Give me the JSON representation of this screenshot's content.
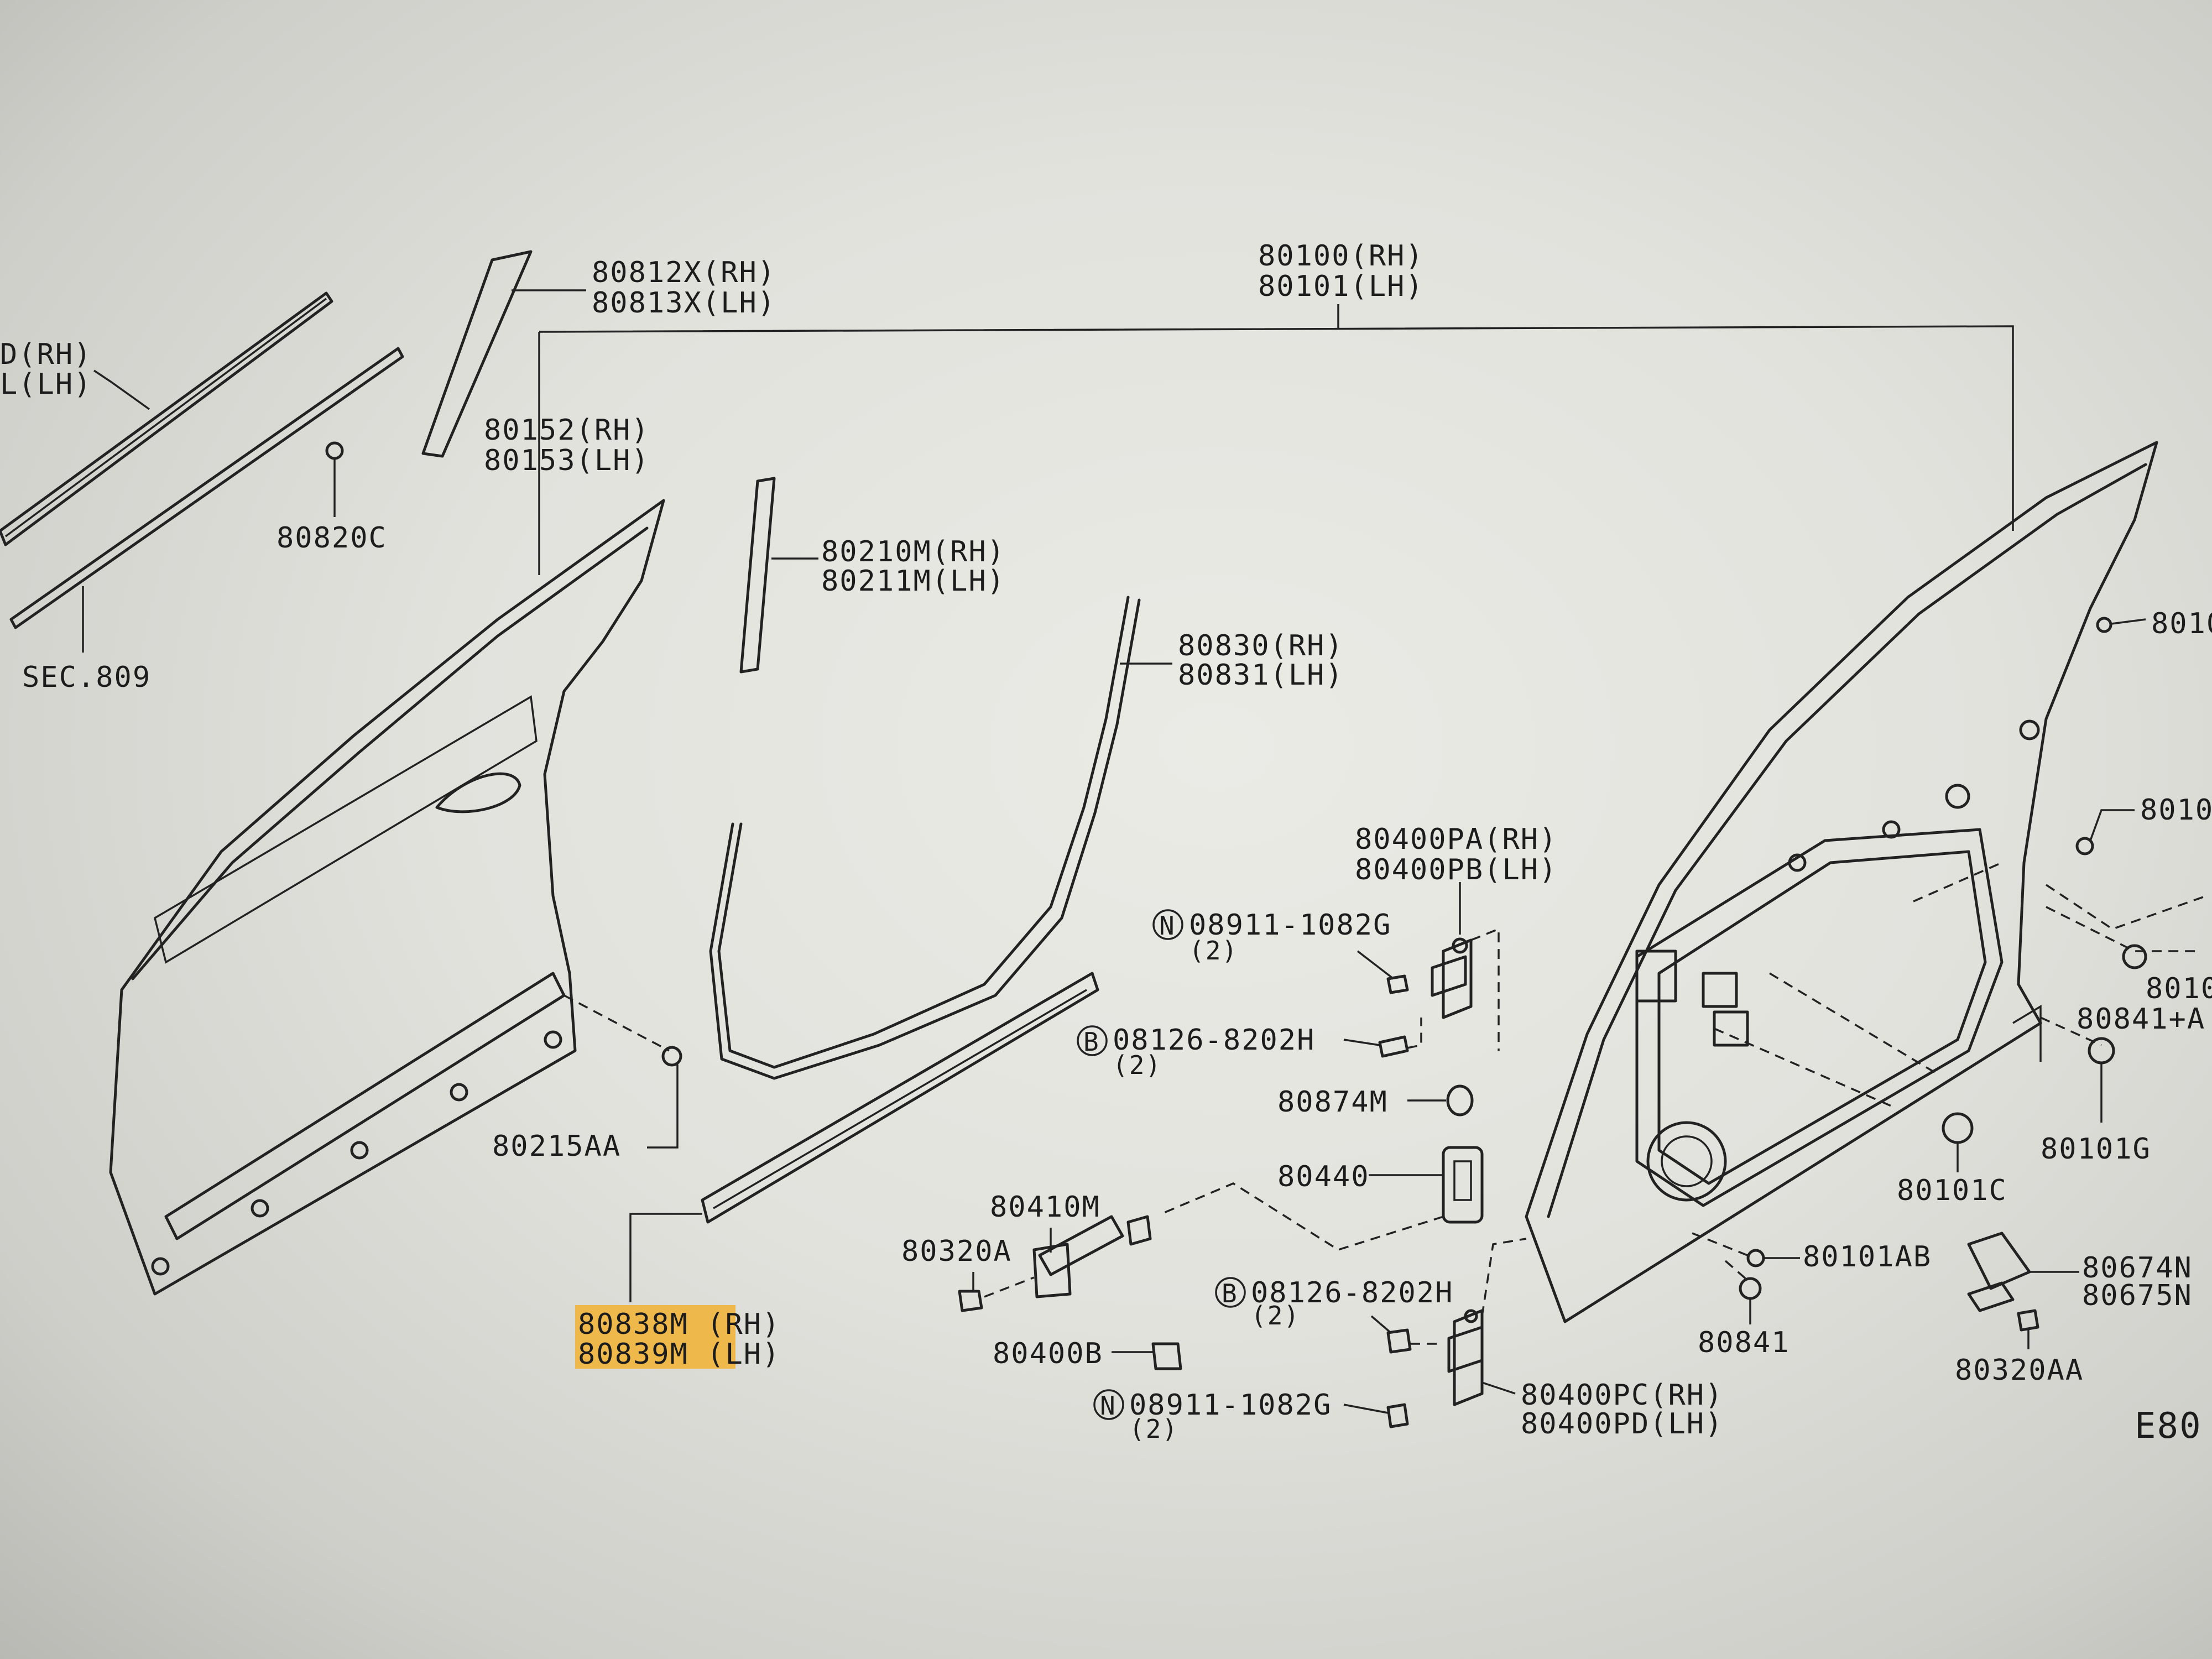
{
  "labels": {
    "partial_rh": "D(RH)",
    "partial_lh": "L(LH)",
    "sec809": "SEC.809",
    "p80820c": "80820C",
    "p80812x": "80812X(RH)",
    "p80813x": "80813X(LH)",
    "p80152": "80152(RH)",
    "p80153": "80153(LH)",
    "p80100": "80100(RH)",
    "p80101": "80101(LH)",
    "p80210m": "80210M(RH)",
    "p80211m": "80211M(LH)",
    "p80830": "80830(RH)",
    "p80831": "80831(LH)",
    "p80215aa": "80215AA",
    "p80838m": "80838M (RH)",
    "p80839m": "80839M (LH)",
    "p80400pa": "80400PA(RH)",
    "p80400pb": "80400PB(LH)",
    "n_bolt_top": "08911-1082G",
    "n_bolt_top_qty": "(2)",
    "b_bolt_top": "08126-8202H",
    "b_bolt_top_qty": "(2)",
    "p80874m": "80874M",
    "p80440": "80440",
    "p80410m": "80410M",
    "p80320a": "80320A",
    "b_bolt_bottom": "08126-8202H",
    "b_bolt_bottom_qty": "(2)",
    "p80400b": "80400B",
    "n_bolt_bottom": "08911-1082G",
    "n_bolt_bottom_qty": "(2)",
    "p80400pc": "80400PC(RH)",
    "p80400pd": "80400PD(LH)",
    "p80101ab": "80101AB",
    "p80841": "80841",
    "p80320aa": "80320AA",
    "p80101c": "80101C",
    "p80101g": "80101G",
    "p80841a": "80841+A",
    "p80674n": "80674N",
    "p80675n": "80675N",
    "right_cut_1": "8010",
    "right_cut_2": "8010",
    "right_cut_3": "8010",
    "page_code": "E80"
  },
  "markers": {
    "n": "N",
    "b": "B"
  },
  "highlight_color": "#f2b233"
}
